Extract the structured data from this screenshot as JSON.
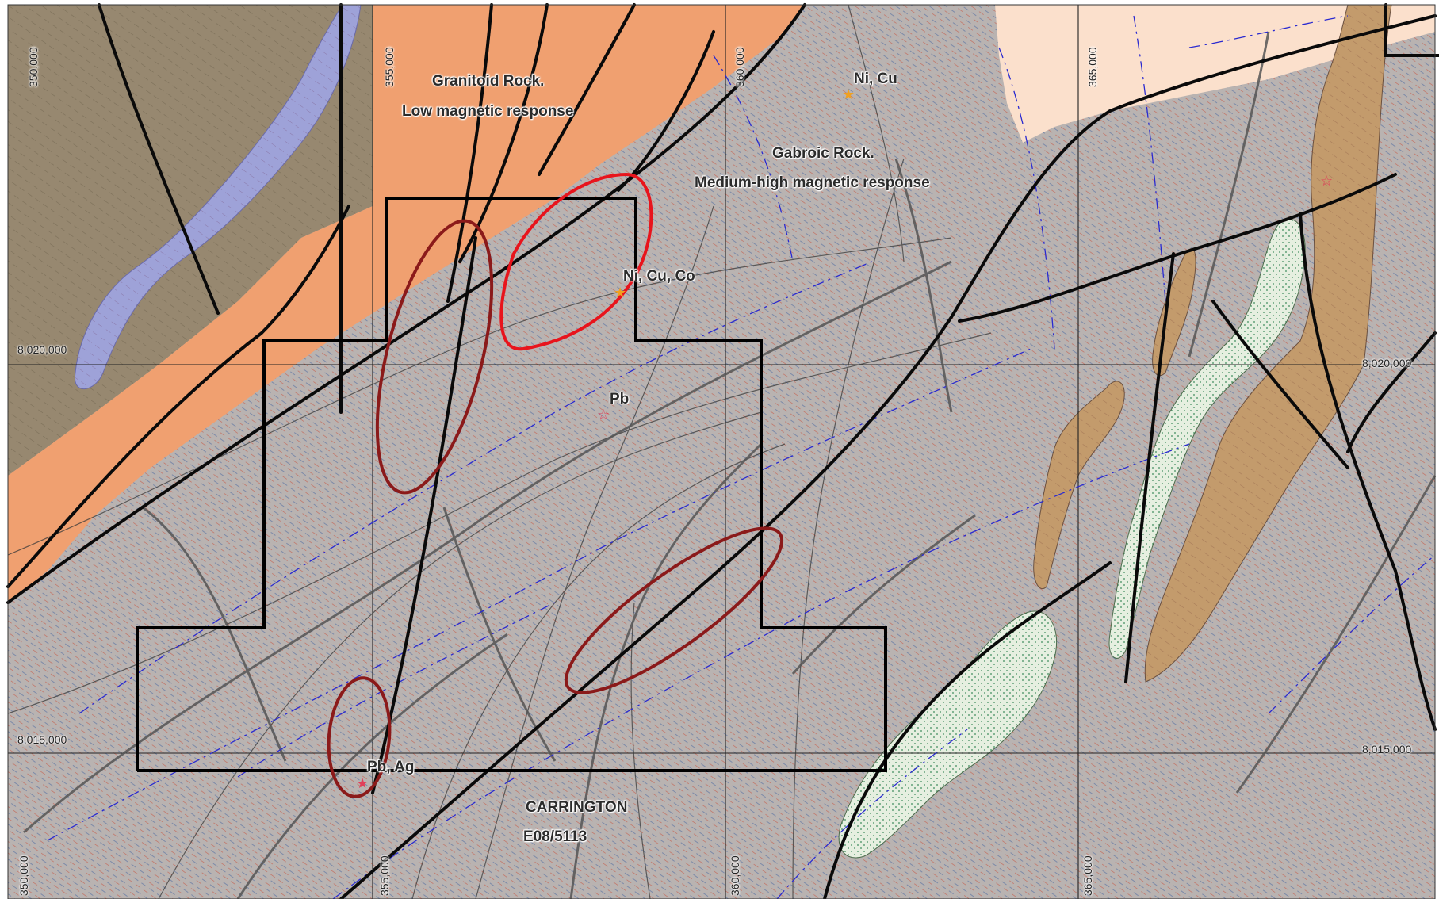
{
  "map": {
    "colors": {
      "granitoid": "#f0a070",
      "gabbroic": "#b8b2b0",
      "olive_unit": "#9a8a70",
      "purple_unit": "#9da0d8",
      "pale_pink": "#fbe0cc",
      "tan_unit": "#c49a6a",
      "pale_green": "#e4eedc",
      "tenement_outline": "#000000",
      "target_ellipse": "#8b1a1a",
      "target_ellipse_bright": "#e8141c",
      "dyke_lines": "#2222cc"
    },
    "geology_labels": {
      "granitoid_line1": "Granitoid Rock.",
      "granitoid_line2": "Low magnetic response",
      "gabbroic_line1": "Gabroic Rock.",
      "gabbroic_line2": "Medium-high magnetic response"
    },
    "occurrences": [
      {
        "label": "Ni, Cu",
        "icon": "star-icon",
        "color": "#f0a020"
      },
      {
        "label": "Ni, Cu, Co",
        "icon": "star-icon",
        "color": "#f0a020"
      },
      {
        "label": "Pb",
        "icon": "star-icon",
        "color": "#e0405a"
      },
      {
        "label": "Pb, Ag",
        "icon": "star-icon",
        "color": "#e0405a"
      },
      {
        "label": "",
        "icon": "star-icon",
        "color": "#e0405a"
      }
    ],
    "tenement": {
      "name": "CARRINGTON",
      "id": "E08/5113"
    },
    "grid": {
      "eastings_top": [
        "350,000",
        "355,000",
        "360,000",
        "365,000"
      ],
      "eastings_bottom": [
        "350,000",
        "355,000",
        "360,000",
        "365,000"
      ],
      "northings_left": [
        "8,020,000",
        "8,015,000"
      ],
      "northings_right": [
        "8,020,000",
        "8,015,000"
      ]
    }
  }
}
